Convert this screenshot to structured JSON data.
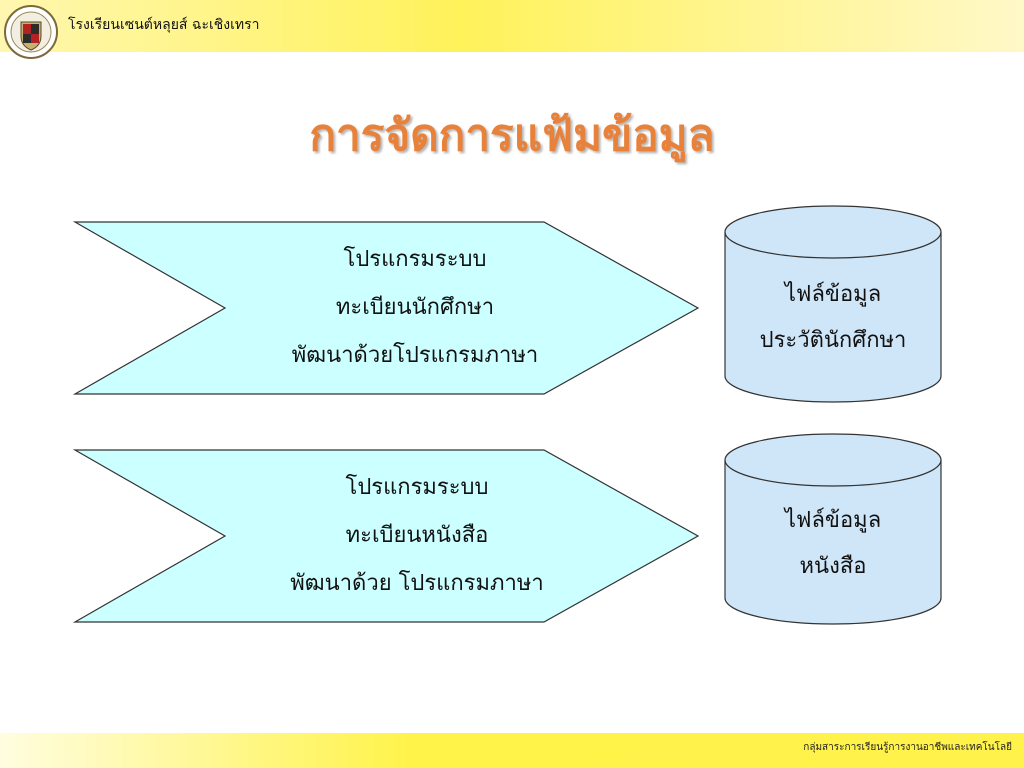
{
  "header": {
    "school_name": "โรงเรียนเซนต์หลุยส์ ฉะเชิงเทรา"
  },
  "slide": {
    "title": "การจัดการแฟ้มข้อมูล",
    "title_color": "#e8823a",
    "rows": [
      {
        "program_lines": [
          "โปรแกรมระบบ",
          "ทะเบียนนักศึกษา",
          "พัฒนาด้วยโปรแกรมภาษา"
        ],
        "file_lines": [
          "ไฟล์ข้อมูล",
          "ประวัตินักศึกษา"
        ]
      },
      {
        "program_lines": [
          "โปรแกรมระบบ",
          "ทะเบียนหนังสือ",
          "พัฒนาด้วย โปรแกรมภาษา"
        ],
        "file_lines": [
          "ไฟล์ข้อมูล",
          "หนังสือ"
        ]
      }
    ],
    "arrow_fill": "#ccffff",
    "cylinder_fill": "#cfe6f8"
  },
  "footer": {
    "department": "กลุ่มสาระการเรียนรู้การงานอาชีพและเทคโนโลยี"
  }
}
